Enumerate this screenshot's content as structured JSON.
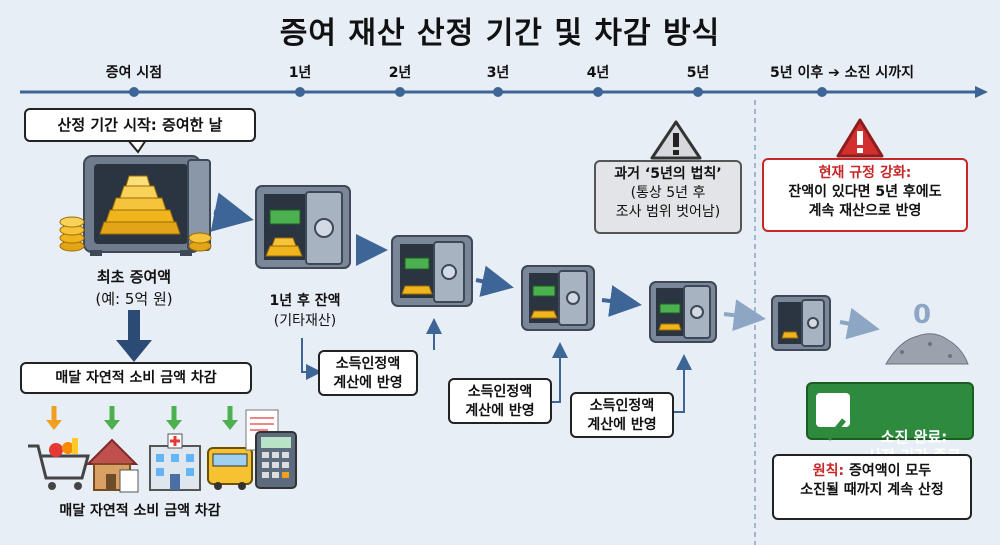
{
  "title": "증여 재산 산정 기간 및 차감 방식",
  "timeline": {
    "ticks": [
      "증여 시점",
      "1년",
      "2년",
      "3년",
      "4년",
      "5년"
    ],
    "after_label": "5년 이후 ➔ 소진 시까지"
  },
  "start_callout": "산정 기간 시작: 증여한 날",
  "initial_gift": {
    "label": "최초 증여액",
    "example": "(예: 5억 원)"
  },
  "deduction_callout": "매달 자연적 소비 금액 차감",
  "deduction_footer": "매달 자연적 소비 금액 차감",
  "year1": {
    "label": "1년 후 잔액",
    "sub": "(기타재산)"
  },
  "income_note": "소득인정액\n계산에 반영",
  "past_rule": {
    "title": "과거 ‘5년의 법칙’",
    "body": "(통상 5년 후\n조사 범위 벗어남)"
  },
  "current_rule": {
    "title": "현재 규정 강화:",
    "body": "잔액이 있다면 5년 후에도\n계속 재산으로 반영"
  },
  "zero_label": "0",
  "depleted": {
    "label": "소진 완료:\n산정 기간 종료"
  },
  "principle": {
    "title": "원칙:",
    "body": " 증여액이 모두\n소진될 때까지 계속 산정"
  },
  "colors": {
    "accent_blue": "#3d6596",
    "warning_red": "#c62828",
    "success_green": "#2e8b3e",
    "gold": "#f0b41c"
  },
  "icons": [
    "safe-icon",
    "gold-bars-icon",
    "money-icon",
    "warning-icon",
    "shopping-cart-icon",
    "house-icon",
    "hospital-icon",
    "bus-icon",
    "calculator-icon",
    "check-icon",
    "dust-pile-icon"
  ]
}
